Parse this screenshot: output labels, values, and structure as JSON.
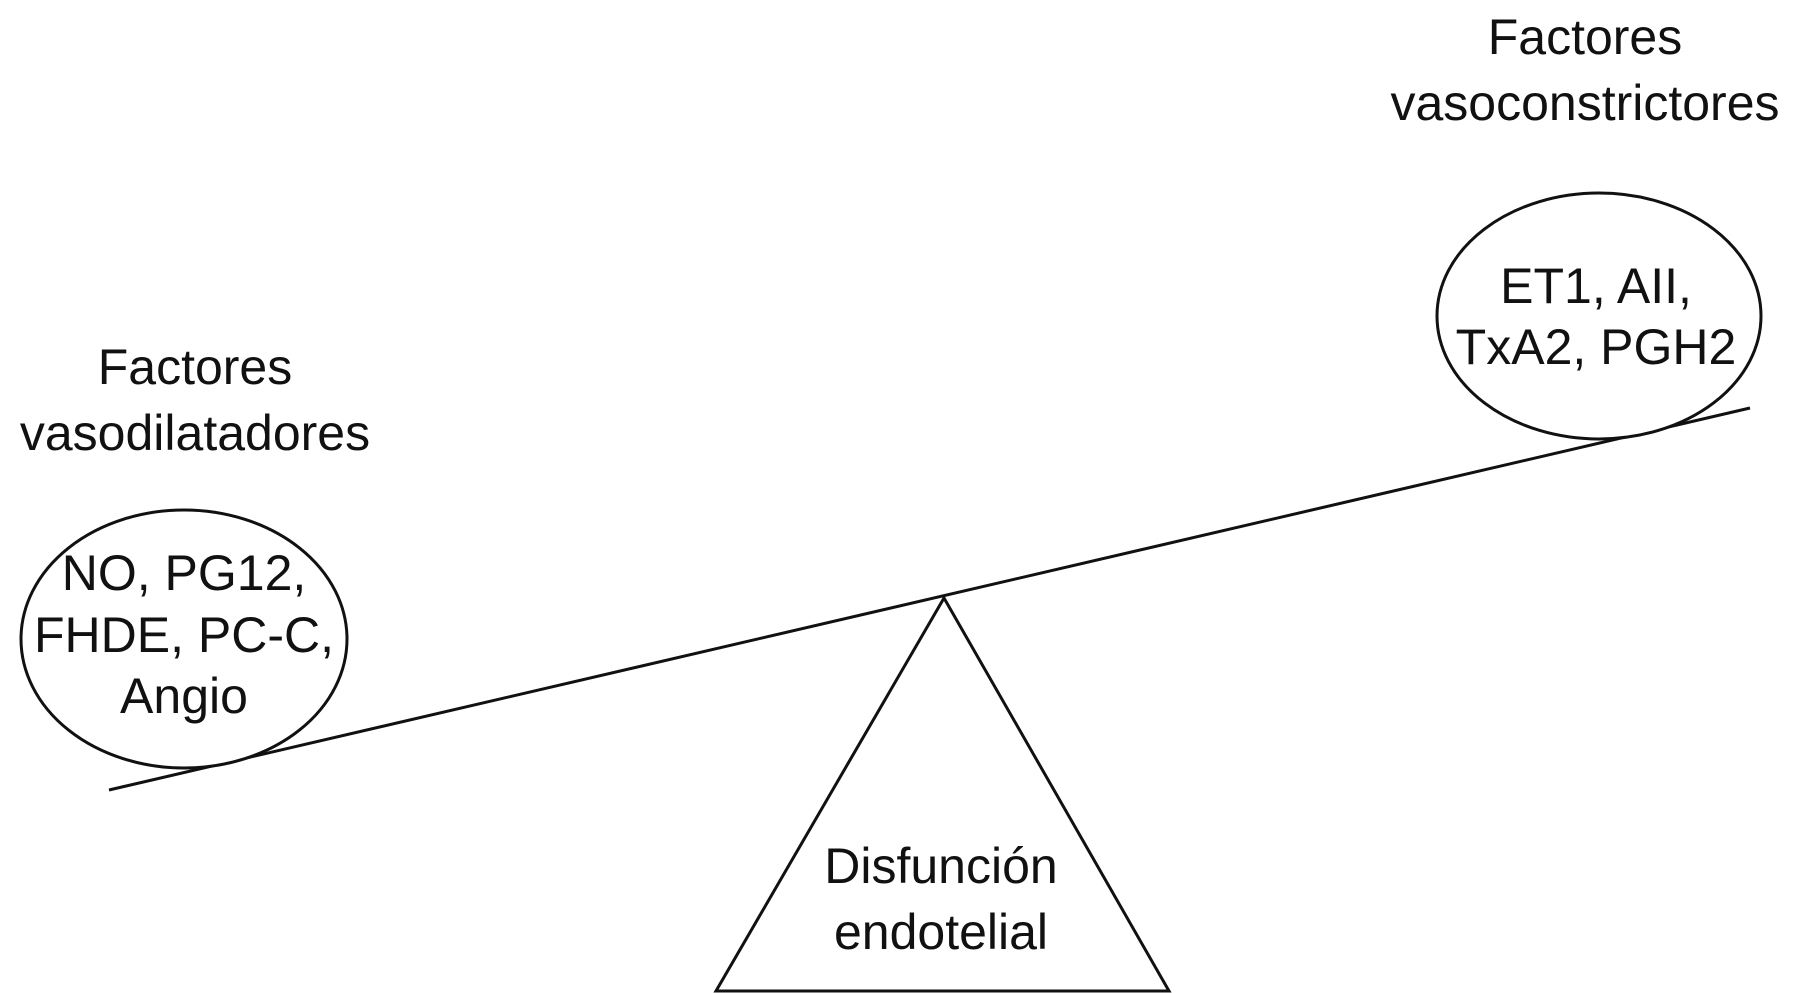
{
  "left_group": {
    "title_lines": [
      "Factores",
      "vasodilatadores"
    ],
    "items_lines": [
      "NO, PG12,",
      "FHDE, PC-C,",
      "Angio"
    ]
  },
  "right_group": {
    "title_lines": [
      "Factores",
      "vasoconstrictores"
    ],
    "items_lines": [
      "ET1, AII,",
      "TxA2, PGH2"
    ]
  },
  "fulcrum": {
    "label_lines": [
      "Disfunción",
      "endotelial"
    ]
  }
}
